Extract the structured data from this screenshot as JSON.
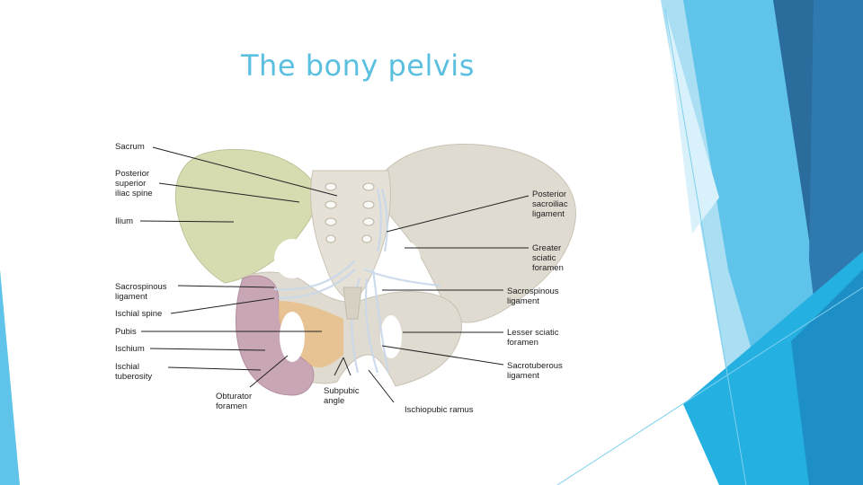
{
  "slide": {
    "title": "The bony pelvis"
  },
  "diagram": {
    "left_labels": {
      "sacrum": "Sacrum",
      "psis": [
        "Posterior",
        "superior",
        "iliac spine"
      ],
      "ilium": "Ilium",
      "sacrospinous": [
        "Sacrospinous",
        "ligament"
      ],
      "ischial_spine": "Ischial spine",
      "pubis": "Pubis",
      "ischium": "Ischium",
      "ischial_tuberosity": [
        "Ischial",
        "tuberosity"
      ]
    },
    "bottom_labels": {
      "obturator_foramen": [
        "Obturator",
        "foramen"
      ],
      "subpubic_angle": [
        "Subpubic",
        "angle"
      ],
      "ischiopubic_ramus": "Ischiopubic ramus"
    },
    "right_labels": {
      "posterior_sacroiliac": [
        "Posterior",
        "sacroiliac",
        "ligament"
      ],
      "greater_sciatic": [
        "Greater",
        "sciatic",
        "foramen"
      ],
      "sacrospinous": [
        "Sacrospinous",
        "ligament"
      ],
      "lesser_sciatic": [
        "Lesser sciatic",
        "foramen"
      ],
      "sacrotuberous": [
        "Sacrotuberous",
        "ligament"
      ]
    },
    "colors": {
      "bone": "#e0dbd0",
      "ilium_highlight": "#d6dbb0",
      "ischium_highlight": "#c9a6b6",
      "pubis_highlight": "#e8be8a",
      "ligament": "#c8d8ea",
      "title": "#5bbfe0",
      "accent_dark": "#2f6f9e",
      "accent_light": "#7fd0ee"
    }
  }
}
